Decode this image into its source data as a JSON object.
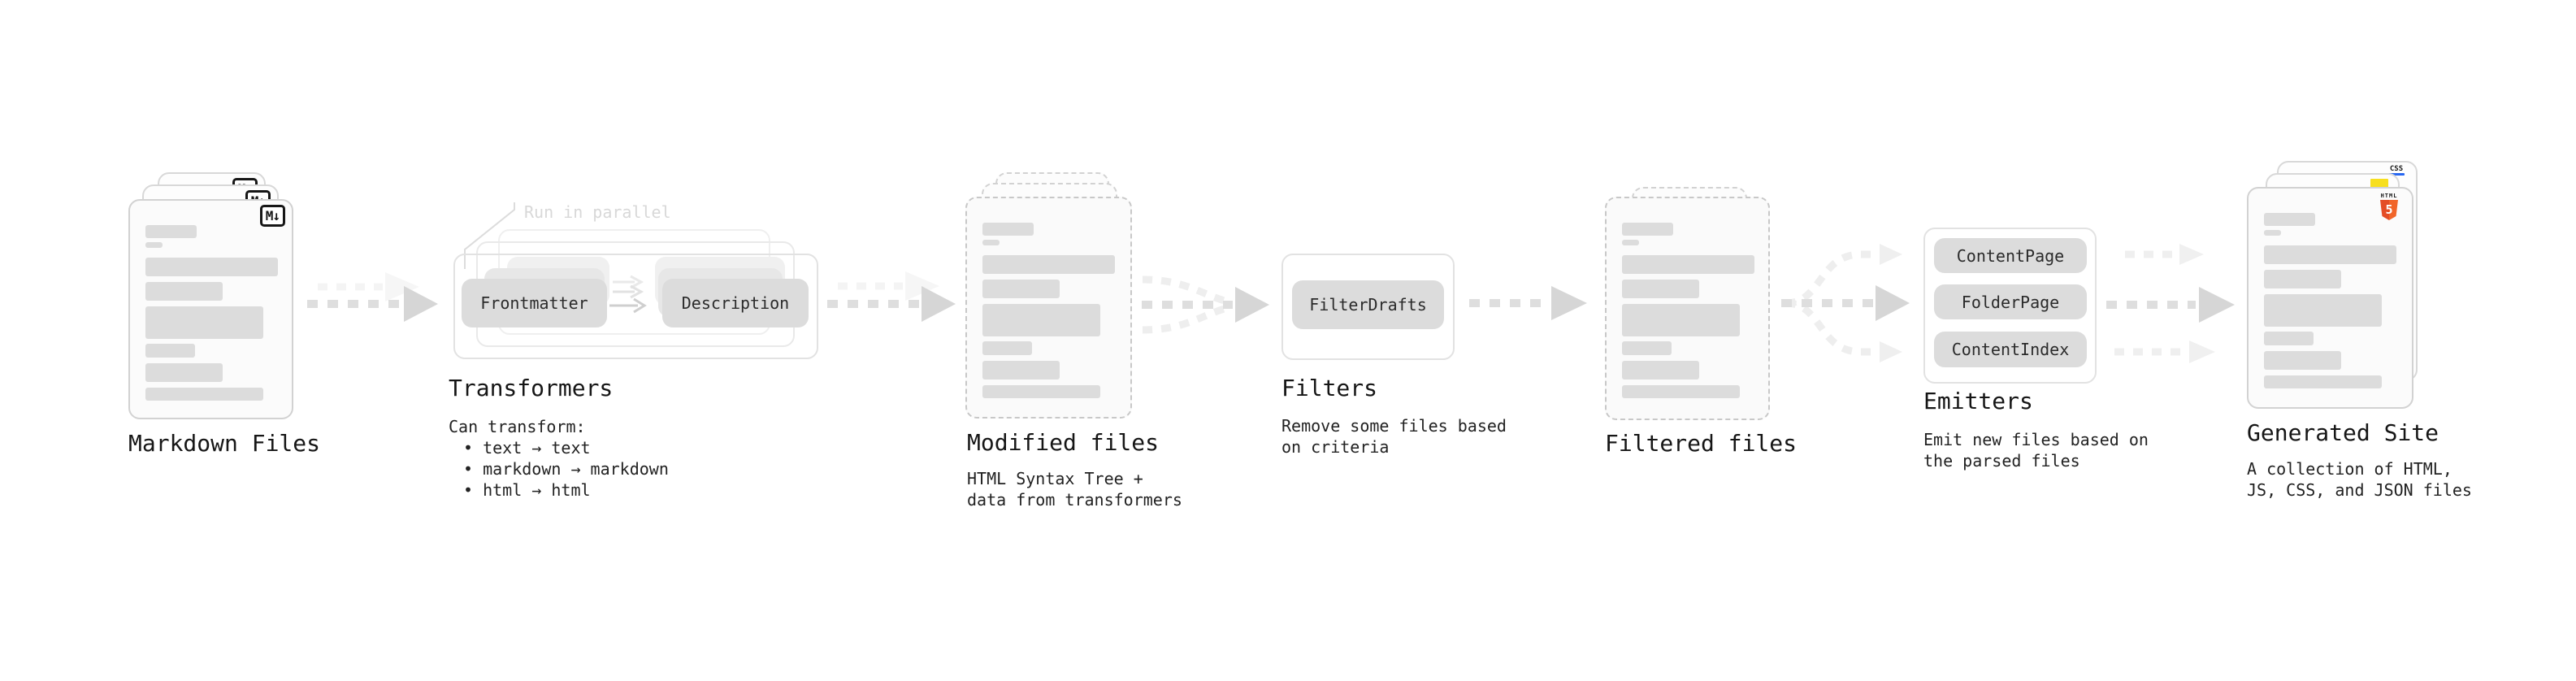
{
  "colors": {
    "accent_html5": "#e34d26",
    "accent_js": "#f7df1e",
    "accent_css": "#2666f1"
  },
  "markdown_files": {
    "label": "Markdown Files",
    "badge": "M↓"
  },
  "transformers": {
    "annotation": "Run in parallel",
    "pills": [
      "Frontmatter",
      "Description"
    ],
    "title": "Transformers",
    "description_intro": "Can transform:",
    "bullets": [
      "• text → text",
      "• markdown → markdown",
      "• html → html"
    ]
  },
  "modified_files": {
    "title": "Modified files",
    "description": "HTML Syntax Tree +\ndata from transformers"
  },
  "filters": {
    "pill": "FilterDrafts",
    "title": "Filters",
    "description": "Remove some files based\non criteria"
  },
  "filtered_files": {
    "title": "Filtered files"
  },
  "emitters": {
    "pills": [
      "ContentPage",
      "FolderPage",
      "ContentIndex"
    ],
    "title": "Emitters",
    "description": "Emit new files based on\nthe parsed files"
  },
  "generated_site": {
    "title": "Generated Site",
    "description": "A collection of HTML,\nJS, CSS, and JSON files",
    "badges": {
      "html5_label": "HTML",
      "html5_number": "5",
      "css": "CSS"
    }
  }
}
